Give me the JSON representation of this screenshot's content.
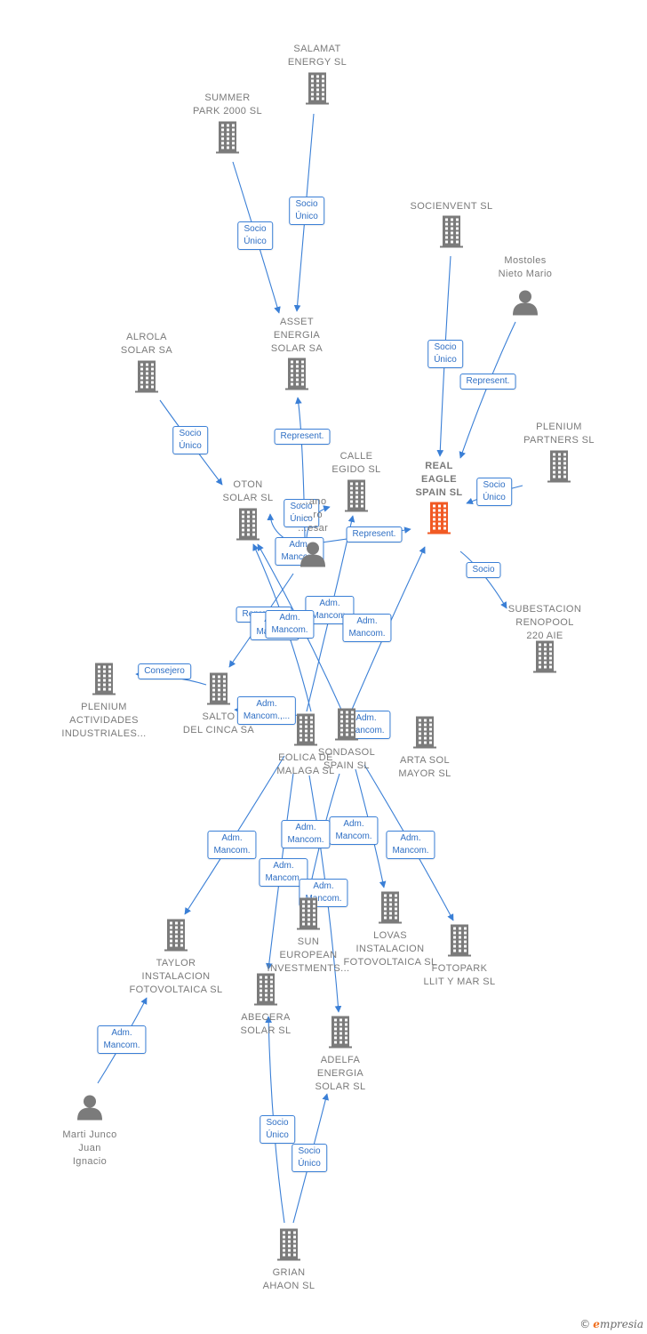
{
  "colors": {
    "edge": "#3a7fd6",
    "node": "#7b7b7b",
    "focus": "#f15a24",
    "text": "#7a7a7a"
  },
  "nodes": [
    {
      "id": "salamat",
      "type": "company",
      "label": "SALAMAT\nENERGY  SL"
    },
    {
      "id": "summer",
      "type": "company",
      "label": "SUMMER\nPARK 2000  SL"
    },
    {
      "id": "socienvent",
      "type": "company",
      "label": "SOCIENVENT SL"
    },
    {
      "id": "mostoles",
      "type": "person",
      "label": "Mostoles\nNieto Mario"
    },
    {
      "id": "alrola",
      "type": "company",
      "label": "ALROLA\nSOLAR SA"
    },
    {
      "id": "asset",
      "type": "company",
      "label": "ASSET\nENERGIA\nSOLAR SA"
    },
    {
      "id": "plenium_partners",
      "type": "company",
      "label": "PLENIUM\nPARTNERS SL"
    },
    {
      "id": "calle",
      "type": "company",
      "label": "CALLE\nEGIDO SL"
    },
    {
      "id": "real",
      "type": "company",
      "label": "REAL\nEAGLE\nSPAIN  SL",
      "focus": true
    },
    {
      "id": "oton",
      "type": "company",
      "label": "OTON\nSOLAR SL"
    },
    {
      "id": "moreno",
      "type": "person",
      "label": "…ano\n…ro\n…esar"
    },
    {
      "id": "subestacion",
      "type": "company",
      "label": "SUBESTACION\nRENOPOOL\n220 AIE"
    },
    {
      "id": "plenium_act",
      "type": "company",
      "label": "PLENIUM\nACTIVIDADES\nINDUSTRIALES..."
    },
    {
      "id": "salto",
      "type": "company",
      "label": "SALTO\nDEL CINCA SA"
    },
    {
      "id": "eolica",
      "type": "company",
      "label": "EOLICA DE\nMALAGA  SL"
    },
    {
      "id": "sondasol",
      "type": "company",
      "label": "SONDASOL\nSPAIN  SL"
    },
    {
      "id": "arta",
      "type": "company",
      "label": "ARTA SOL\nMAYOR SL"
    },
    {
      "id": "taylor",
      "type": "company",
      "label": "TAYLOR\nINSTALACION\nFOTOVOLTAICA SL"
    },
    {
      "id": "sun",
      "type": "company",
      "label": "SUN\nEUROPEAN\nINVESTMENTS..."
    },
    {
      "id": "lovas",
      "type": "company",
      "label": "LOVAS\nINSTALACION\nFOTOVOLTAICA SL"
    },
    {
      "id": "fotopark",
      "type": "company",
      "label": "FOTOPARK\nLLIT Y MAR SL"
    },
    {
      "id": "abecera",
      "type": "company",
      "label": "ABECERA\nSOLAR SL"
    },
    {
      "id": "adelfa",
      "type": "company",
      "label": "ADELFA\nENERGIA\nSOLAR SL"
    },
    {
      "id": "marti",
      "type": "person",
      "label": "Marti Junco\nJuan\nIgnacio"
    },
    {
      "id": "grian",
      "type": "company",
      "label": "GRIAN\nAHAON SL"
    }
  ],
  "edges": [
    {
      "from": "salamat",
      "to": "asset",
      "label": "Socio\nÚnico"
    },
    {
      "from": "summer",
      "to": "asset",
      "label": "Socio\nÚnico"
    },
    {
      "from": "socienvent",
      "to": "real",
      "label": "Socio\nÚnico"
    },
    {
      "from": "mostoles",
      "to": "real",
      "label": "Represent."
    },
    {
      "from": "alrola",
      "to": "oton",
      "label": "Socio\nÚnico"
    },
    {
      "from": "plenium_partners",
      "to": "real",
      "label": "Socio\nÚnico"
    },
    {
      "from": "real",
      "to": "subestacion",
      "label": "Socio"
    },
    {
      "from": "moreno",
      "to": "asset",
      "label": "Represent."
    },
    {
      "from": "moreno",
      "to": "calle",
      "label": "Socio\nÚnico"
    },
    {
      "from": "moreno",
      "to": "real",
      "label": "Represent."
    },
    {
      "from": "moreno",
      "to": "oton",
      "label": "Adm.\nMancom."
    },
    {
      "from": "moreno",
      "to": "salto",
      "label": "Represent."
    },
    {
      "from": "eolica",
      "to": "oton",
      "label": "Adm.\nMancom."
    },
    {
      "from": "eolica",
      "to": "calle",
      "label": "Adm.\nMancom."
    },
    {
      "from": "sondasol",
      "to": "real",
      "label": "Adm.\nMancom."
    },
    {
      "from": "sondasol",
      "to": "oton",
      "label": "Adm.\nMancom."
    },
    {
      "from": "salto",
      "to": "plenium_act",
      "label": "Consejero"
    },
    {
      "from": "eolica",
      "to": "salto",
      "label": "Adm.\nMancom.,..."
    },
    {
      "from": "sondasol",
      "to": "sondasol",
      "label": "Adm.\nMancom."
    },
    {
      "from": "eolica",
      "to": "taylor",
      "label": "Adm.\nMancom."
    },
    {
      "from": "eolica",
      "to": "abecera",
      "label": "Adm.\nMancom."
    },
    {
      "from": "sondasol",
      "to": "lovas",
      "label": "Adm.\nMancom."
    },
    {
      "from": "sondasol",
      "to": "fotopark",
      "label": "Adm.\nMancom."
    },
    {
      "from": "eolica",
      "to": "adelfa",
      "label": "Adm.\nMancom."
    },
    {
      "from": "sondasol",
      "to": "abecera",
      "label": "Adm.\nMancom."
    },
    {
      "from": "marti",
      "to": "taylor",
      "label": "Adm.\nMancom."
    },
    {
      "from": "grian",
      "to": "abecera",
      "label": "Socio\nÚnico"
    },
    {
      "from": "grian",
      "to": "adelfa",
      "label": "Socio\nÚnico"
    }
  ],
  "brand": {
    "copyright": "©",
    "first": "e",
    "rest": "mpresia"
  }
}
